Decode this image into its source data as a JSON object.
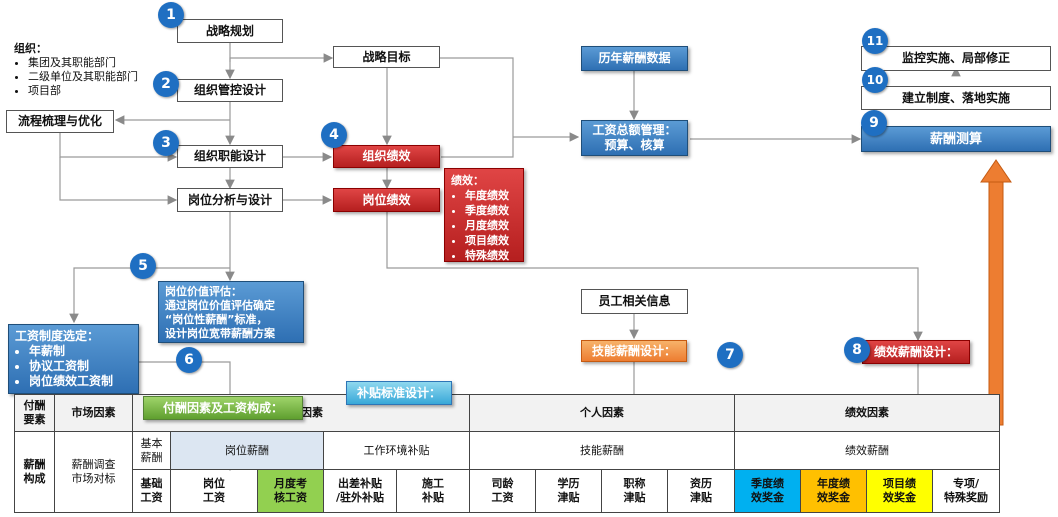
{
  "badges": [
    "1",
    "2",
    "3",
    "4",
    "5",
    "6",
    "7",
    "8",
    "9",
    "10",
    "11"
  ],
  "org_note": {
    "title": "组织：",
    "items": [
      "集团及其职能部门",
      "二级单位及其职能部门",
      "项目部"
    ]
  },
  "boxes": {
    "strategy_plan": "战略规划",
    "org_control": "组织管控设计",
    "process": "流程梳理与优化",
    "org_function": "组织职能设计",
    "position_design": "岗位分析与设计",
    "strategy_goal": "战略目标",
    "org_perf": "组织绩效",
    "position_perf": "岗位绩效",
    "salary_history": "历年薪酬数据",
    "total_wage": [
      "工资总额管理：",
      "预算、核算"
    ],
    "monitor": "监控实施、局部修正",
    "establish": "建立制度、落地实施",
    "salary_calc": "薪酬测算",
    "employee_info": "员工相关信息",
    "skill_pay_design": "技能薪酬设计：",
    "perf_pay_design": "绩效薪酬设计：",
    "subsidy_std": "补贴标准设计：",
    "pay_factors": "付酬因素及工资构成："
  },
  "perf_panel": {
    "title": "绩效：",
    "items": [
      "年度绩效",
      "季度绩效",
      "月度绩效",
      "项目绩效",
      "特殊绩效"
    ]
  },
  "eval_panel": {
    "lines": [
      "岗位价值评估：",
      "通过岗位价值评估确定",
      "“岗位性薪酬”标准，",
      "设计岗位宽带薪酬方案"
    ]
  },
  "wage_panel": {
    "title": "工资制度选定：",
    "items": [
      "年薪制",
      "协议工资制",
      "岗位绩效工资制"
    ]
  },
  "table": {
    "row1": {
      "head": [
        "付酬",
        "要素"
      ],
      "market": "市场因素",
      "position": "岗位因素",
      "personal": "个人因素",
      "perf": "绩效因素"
    },
    "row2": {
      "head": [
        "薪酬",
        "构成"
      ],
      "market": [
        "薪酬调查",
        "市场对标"
      ],
      "base": [
        "基本",
        "薪酬"
      ],
      "position": "岗位薪酬",
      "env": "工作环境补贴",
      "skill": "技能薪酬",
      "perf": "绩效薪酬"
    },
    "row3": {
      "base": [
        "基础",
        "工资"
      ],
      "pos": [
        "岗位",
        "工资"
      ],
      "monthly": [
        "月度考",
        "核工资"
      ],
      "travel": [
        "出差补贴",
        "/驻外补贴"
      ],
      "construct": [
        "施工",
        "补贴"
      ],
      "seniority": [
        "司龄",
        "工资"
      ],
      "edu": [
        "学历",
        "津贴"
      ],
      "title": [
        "职称",
        "津贴"
      ],
      "qual": [
        "资历",
        "津贴"
      ],
      "q_bonus": [
        "季度绩",
        "效奖金"
      ],
      "y_bonus": [
        "年度绩",
        "效奖金"
      ],
      "p_bonus": [
        "项目绩",
        "效奖金"
      ],
      "special": [
        "专项/",
        "特殊奖励"
      ]
    }
  },
  "colors": {
    "blue": "#2e6fb3",
    "red": "#c0282b",
    "orange": "#ed7d31",
    "green": "#70ad47",
    "cyan": "#00b0f0",
    "yellow": "#ffff00",
    "gold": "#ffc000",
    "lightblue": "#dce6f2"
  }
}
